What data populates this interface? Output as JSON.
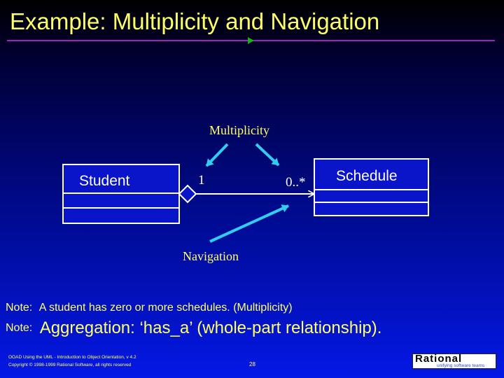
{
  "slide": {
    "title": "Example: Multiplicity and Navigation"
  },
  "diagram": {
    "class_left": "Student",
    "class_right": "Schedule",
    "multiplicity_left": "1",
    "multiplicity_right": "0..*",
    "callout_multiplicity": "Multiplicity",
    "callout_navigation": "Navigation"
  },
  "notes": [
    {
      "label": "Note:",
      "text": "A student has zero or more schedules.  (Multiplicity)"
    },
    {
      "label": "Note:",
      "text": "Aggregation:  ‘has_a’  (whole-part relationship)."
    }
  ],
  "footer": {
    "line1": "OOAD Using the UML - Introduction to Object Orientation, v 4.2",
    "line2": "Copyright © 1998-1999 Rational Software, all rights reserved",
    "page": "28"
  },
  "logo": {
    "name": "Rational",
    "tagline": "unifying software teams"
  },
  "colors": {
    "title": "#ffff66",
    "rule": "#a020c0",
    "callout_arrow": "#33ccee"
  }
}
